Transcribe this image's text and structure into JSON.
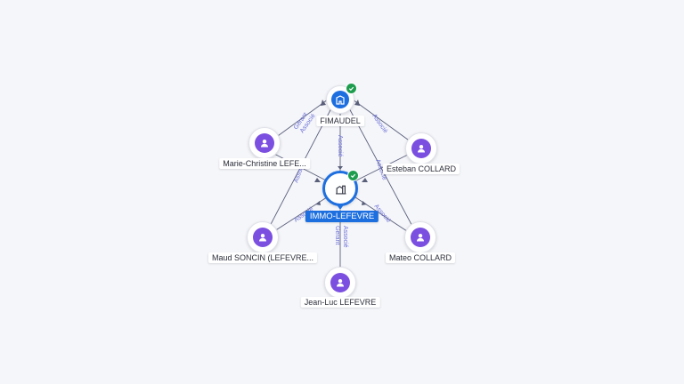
{
  "nodes": {
    "center": {
      "label": "IMMO-LEFEVRE",
      "icon": "building-icon"
    },
    "fimaudel": {
      "label": "FIMAUDEL",
      "icon": "building-icon"
    },
    "marie": {
      "label": "Marie-Christine LEFE...",
      "icon": "person-icon"
    },
    "esteban": {
      "label": "Esteban COLLARD",
      "icon": "person-icon"
    },
    "maud": {
      "label": "Maud SONCIN (LEFEVRE...",
      "icon": "person-icon"
    },
    "mateo": {
      "label": "Mateo COLLARD",
      "icon": "person-icon"
    },
    "jeanluc": {
      "label": "Jean-Luc LEFEVRE",
      "icon": "person-icon"
    }
  },
  "edges": {
    "marie_fimaudel": {
      "label1": "Gérant",
      "label2": "Associé"
    },
    "fimaudel_esteban": {
      "label": "Associé"
    },
    "fimaudel_center": {
      "label": "Associé"
    },
    "marie_center": {
      "label": "Associé"
    },
    "esteban_center": {
      "label": "Associé"
    },
    "maud_center": {
      "label": "Associé"
    },
    "mateo_center": {
      "label": "Associé"
    },
    "jeanluc_center": {
      "label1": "Gérant",
      "label2": "Associé"
    }
  },
  "colors": {
    "person": "#7b4fe0",
    "company": "#1d6fe0",
    "verified": "#1f9d4f",
    "edge_label": "#6b6fd4"
  }
}
